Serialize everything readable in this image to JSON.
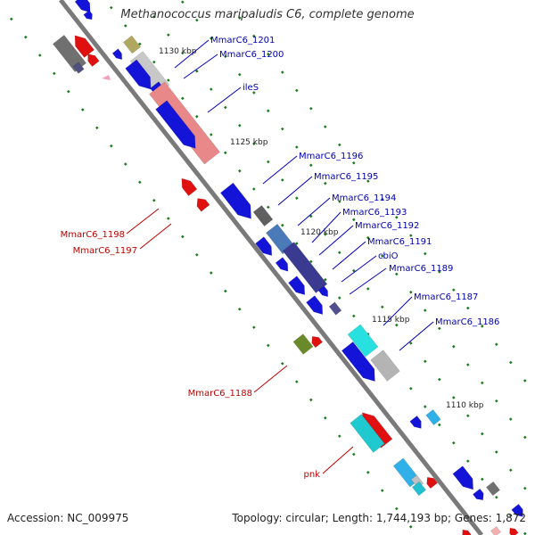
{
  "title": "Methanococcus maripaludis C6, complete genome",
  "footer": {
    "accession": "Accession: NC_009975",
    "summary": "Topology: circular; Length: 1,744,193 bp; Genes: 1,872"
  },
  "colors": {
    "backbone": "#808080",
    "forward_strand": "#1010e0",
    "reverse_strand": "#e01010",
    "gene_label_forward": "#0000b0",
    "gene_label_reverse": "#c00000",
    "tick_mark": "#1a7a1a",
    "scale_label": "#222222"
  },
  "scale_marks": [
    "1130 kbp",
    "1125 kbp",
    "1120 kbp",
    "1115 kbp",
    "1110 kbp"
  ],
  "gene_labels_forward": [
    "MmarC6_1201",
    "MmarC6_1200",
    "ileS",
    "MmarC6_1196",
    "MmarC6_1195",
    "MmarC6_1194",
    "MmarC6_1193",
    "MmarC6_1192",
    "MmarC6_1191",
    "cbiO",
    "MmarC6_1189",
    "MmarC6_1187",
    "MmarC6_1186"
  ],
  "gene_labels_reverse": [
    "MmarC6_1198",
    "MmarC6_1197",
    "MmarC6_1188",
    "pnk"
  ]
}
